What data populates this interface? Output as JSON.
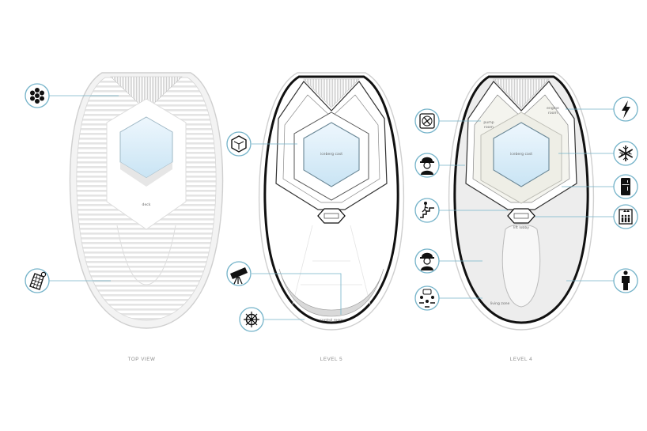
{
  "views": {
    "top": {
      "caption": "TOP VIEW",
      "labels": {
        "deck": "deck"
      }
    },
    "level5": {
      "caption": "LEVEL 5",
      "labels": {
        "iceberg_cast": "iceberg cast",
        "control_room": "control room"
      }
    },
    "level4": {
      "caption": "LEVEL 4",
      "labels": {
        "pump_room_1": "pump",
        "pump_room_2": "room",
        "engine_room_1": "engine",
        "engine_room_2": "room",
        "iceberg_cast": "iceberg cast",
        "lift_lobby": "lift lobby",
        "living_zone": "living zone"
      }
    }
  },
  "icons": {
    "top": [
      "hexagon-cluster-icon",
      "solar-panel-icon"
    ],
    "level5": [
      "hexagon-outline-icon",
      "telescope-icon",
      "ship-wheel-icon"
    ],
    "level4_left": [
      "fan-icon",
      "worker-icon",
      "stairs-icon",
      "worker-icon",
      "group-meeting-icon"
    ],
    "level4_right": [
      "lightning-icon",
      "snowflake-icon",
      "refrigerator-icon",
      "elevator-icon",
      "person-icon"
    ]
  },
  "colors": {
    "accent": "#74b3c9",
    "ice": "#d6ecf8",
    "hull_stroke": "#111111",
    "zone_fill": "#ededed"
  }
}
